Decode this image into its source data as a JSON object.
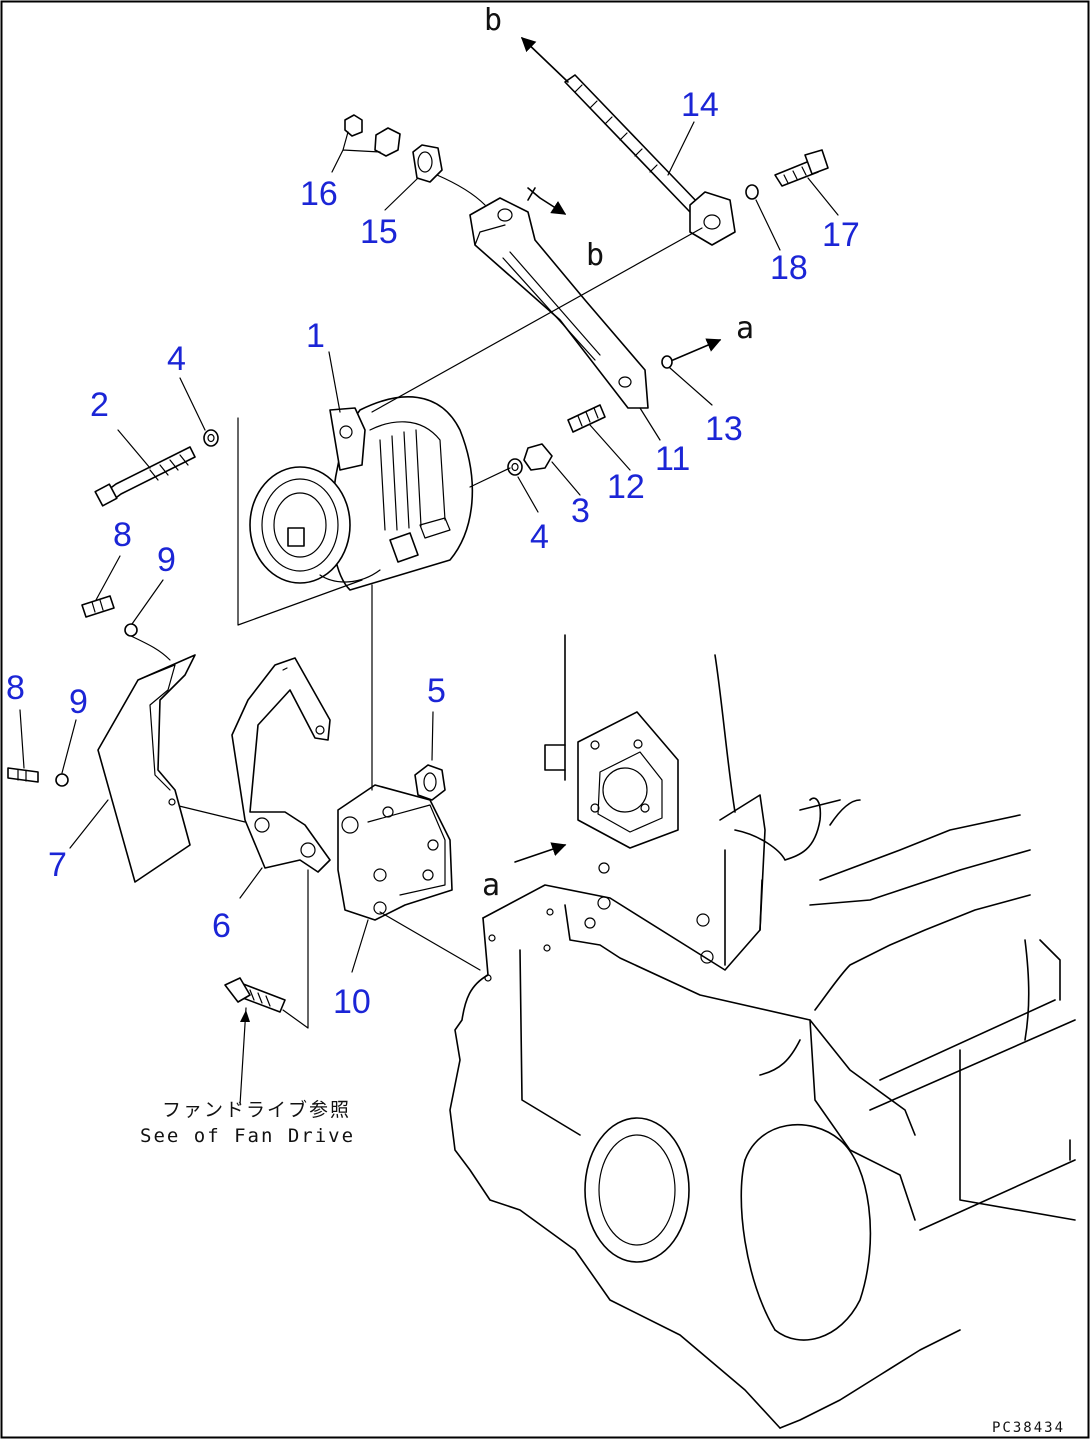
{
  "callouts": [
    {
      "id": "1",
      "label": "1"
    },
    {
      "id": "2",
      "label": "2"
    },
    {
      "id": "3",
      "label": "3"
    },
    {
      "id": "4a",
      "label": "4"
    },
    {
      "id": "4b",
      "label": "4"
    },
    {
      "id": "5",
      "label": "5"
    },
    {
      "id": "6",
      "label": "6"
    },
    {
      "id": "7",
      "label": "7"
    },
    {
      "id": "8a",
      "label": "8"
    },
    {
      "id": "8b",
      "label": "8"
    },
    {
      "id": "9a",
      "label": "9"
    },
    {
      "id": "9b",
      "label": "9"
    },
    {
      "id": "10",
      "label": "10"
    },
    {
      "id": "11",
      "label": "11"
    },
    {
      "id": "12",
      "label": "12"
    },
    {
      "id": "13",
      "label": "13"
    },
    {
      "id": "14",
      "label": "14"
    },
    {
      "id": "15",
      "label": "15"
    },
    {
      "id": "16",
      "label": "16"
    },
    {
      "id": "17",
      "label": "17"
    },
    {
      "id": "18",
      "label": "18"
    }
  ],
  "references": {
    "b_top": "b",
    "b_bracket": "b",
    "a_right": "a",
    "a_engine": "a"
  },
  "note": {
    "japanese": "ファンドライブ参照",
    "english": "See of Fan Drive"
  },
  "figure_code": "PC38434",
  "colors": {
    "callout": "#1b25d6",
    "line": "#000000",
    "background": "#ffffff"
  }
}
